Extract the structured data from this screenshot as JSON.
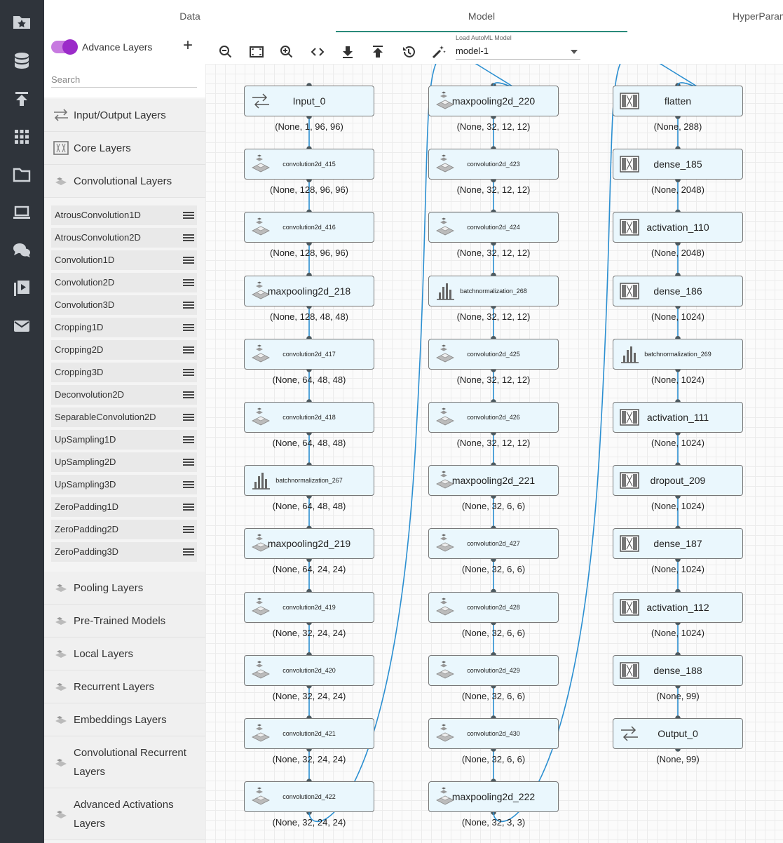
{
  "tabs": [
    "Data",
    "Model",
    "HyperParam"
  ],
  "rail_icons": [
    "star-folder-icon",
    "database-icon",
    "upload-icon",
    "grid-icon",
    "folder-icon",
    "laptop-icon",
    "chat-icon",
    "play-icon",
    "mail-icon"
  ],
  "sidebar": {
    "advance_label": "Advance Layers",
    "search_placeholder": "Search",
    "top_categories": [
      "Input/Output Layers",
      "Core Layers",
      "Convolutional Layers"
    ],
    "conv_items": [
      "AtrousConvolution1D",
      "AtrousConvolution2D",
      "Convolution1D",
      "Convolution2D",
      "Convolution3D",
      "Cropping1D",
      "Cropping2D",
      "Cropping3D",
      "Deconvolution2D",
      "SeparableConvolution2D",
      "UpSampling1D",
      "UpSampling2D",
      "UpSampling3D",
      "ZeroPadding1D",
      "ZeroPadding2D",
      "ZeroPadding3D"
    ],
    "bottom_categories": [
      [
        "Pooling Layers"
      ],
      [
        "Pre-Trained Models"
      ],
      [
        "Local Layers"
      ],
      [
        "Recurrent Layers"
      ],
      [
        "Embeddings Layers"
      ],
      [
        "Convolutional Recurrent",
        "Layers"
      ],
      [
        "Advanced Activations",
        "Layers"
      ]
    ]
  },
  "toolbar": {
    "tools": [
      "zoom-out-icon",
      "fit-screen-icon",
      "zoom-in-icon",
      "code-icon",
      "download-icon",
      "upload-icon",
      "history-icon",
      "magic-wand-icon"
    ],
    "model_label": "Load AutoML Model",
    "model_value": "model-1"
  },
  "columns": [
    [
      {
        "name": "Input_0",
        "shape": "(None, 1, 96, 96)",
        "kind": "io"
      },
      {
        "name": "convolution2d_415",
        "shape": "(None, 128, 96, 96)",
        "kind": "conv"
      },
      {
        "name": "convolution2d_416",
        "shape": "(None, 128, 96, 96)",
        "kind": "conv"
      },
      {
        "name": "maxpooling2d_218",
        "shape": "(None, 128, 48, 48)",
        "kind": "pool"
      },
      {
        "name": "convolution2d_417",
        "shape": "(None, 64, 48, 48)",
        "kind": "conv"
      },
      {
        "name": "convolution2d_418",
        "shape": "(None, 64, 48, 48)",
        "kind": "conv"
      },
      {
        "name": "batchnormalization_267",
        "shape": "(None, 64, 48, 48)",
        "kind": "bn"
      },
      {
        "name": "maxpooling2d_219",
        "shape": "(None, 64, 24, 24)",
        "kind": "pool"
      },
      {
        "name": "convolution2d_419",
        "shape": "(None, 32, 24, 24)",
        "kind": "conv"
      },
      {
        "name": "convolution2d_420",
        "shape": "(None, 32, 24, 24)",
        "kind": "conv"
      },
      {
        "name": "convolution2d_421",
        "shape": "(None, 32, 24, 24)",
        "kind": "conv"
      },
      {
        "name": "convolution2d_422",
        "shape": "(None, 32, 24, 24)",
        "kind": "conv"
      }
    ],
    [
      {
        "name": "maxpooling2d_220",
        "shape": "(None, 32, 12, 12)",
        "kind": "pool"
      },
      {
        "name": "convolution2d_423",
        "shape": "(None, 32, 12, 12)",
        "kind": "conv"
      },
      {
        "name": "convolution2d_424",
        "shape": "(None, 32, 12, 12)",
        "kind": "conv"
      },
      {
        "name": "batchnormalization_268",
        "shape": "(None, 32, 12, 12)",
        "kind": "bn"
      },
      {
        "name": "convolution2d_425",
        "shape": "(None, 32, 12, 12)",
        "kind": "conv"
      },
      {
        "name": "convolution2d_426",
        "shape": "(None, 32, 12, 12)",
        "kind": "conv"
      },
      {
        "name": "maxpooling2d_221",
        "shape": "(None, 32, 6, 6)",
        "kind": "pool"
      },
      {
        "name": "convolution2d_427",
        "shape": "(None, 32, 6, 6)",
        "kind": "conv"
      },
      {
        "name": "convolution2d_428",
        "shape": "(None, 32, 6, 6)",
        "kind": "conv"
      },
      {
        "name": "convolution2d_429",
        "shape": "(None, 32, 6, 6)",
        "kind": "conv"
      },
      {
        "name": "convolution2d_430",
        "shape": "(None, 32, 6, 6)",
        "kind": "conv"
      },
      {
        "name": "maxpooling2d_222",
        "shape": "(None, 32, 3, 3)",
        "kind": "pool"
      }
    ],
    [
      {
        "name": "flatten",
        "shape": "(None, 288)",
        "kind": "core"
      },
      {
        "name": "dense_185",
        "shape": "(None, 2048)",
        "kind": "core"
      },
      {
        "name": "activation_110",
        "shape": "(None, 2048)",
        "kind": "core"
      },
      {
        "name": "dense_186",
        "shape": "(None, 1024)",
        "kind": "core"
      },
      {
        "name": "batchnormalization_269",
        "shape": "(None, 1024)",
        "kind": "bn"
      },
      {
        "name": "activation_111",
        "shape": "(None, 1024)",
        "kind": "core"
      },
      {
        "name": "dropout_209",
        "shape": "(None, 1024)",
        "kind": "core"
      },
      {
        "name": "dense_187",
        "shape": "(None, 1024)",
        "kind": "core"
      },
      {
        "name": "activation_112",
        "shape": "(None, 1024)",
        "kind": "core"
      },
      {
        "name": "dense_188",
        "shape": "(None, 99)",
        "kind": "core"
      },
      {
        "name": "Output_0",
        "shape": "(None, 99)",
        "kind": "io"
      }
    ]
  ],
  "colors": {
    "accent": "#9b2bc9",
    "wire": "#2b8fd1",
    "tab_active": "#2a8a7a",
    "rail": "#2f343b",
    "node_fill": "#eaf7fd"
  }
}
